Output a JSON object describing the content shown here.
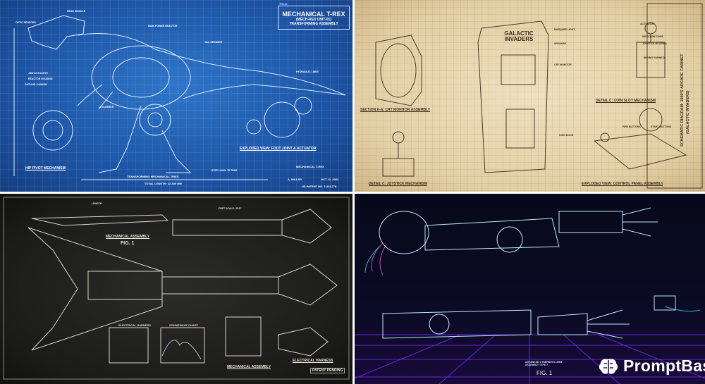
{
  "panels": {
    "trex": {
      "title_tag": "TITLE:",
      "title": "MECHANICAL T-REX",
      "subtitle": "(MECH-REX UNIT-01)",
      "subtitle2": "TRANSFORMING ASSEMBLY",
      "caption_left": "HIP PIVOT MECHANISM",
      "caption_right": "EXPLODED VIEW: FOOT JOINT & ACTUATOR",
      "caption_bottom": "TRANSFORMING MECHANICAL TIRES",
      "total_length": "TOTAL LENGTH: 22,300 MM",
      "footer_title": "MECHANICAL T-REX",
      "drawn_by": "A. MILLER",
      "date": "OCT 12, 2052",
      "patent": "US PATENT NO. 7,423,778",
      "labels": [
        "HEAD MODULE",
        "OPTIC SENSORS",
        "REACTOR HOUSING",
        "JAW ACTUATOR",
        "GATLING CANNON",
        "MAIN POWER REACTOR",
        "TAIL SEGMENT",
        "HYDRAULIC LINES",
        "LEG ARMOR",
        "STEP LOAD: 75 TONS"
      ]
    },
    "arcade": {
      "cabinet_title": "GALACTIC INVADERS",
      "caption_crt": "SECTION A-A: CRT MONITOR ASSEMBLY",
      "caption_joystick": "DETAIL C: JOYSTICK MECHANISM",
      "caption_coin": "DETAIL C: COIN SLOT MECHANISM",
      "caption_panel": "EXPLODED VIEW: CONTROL PANEL ASSEMBLY",
      "side_title": "SCHEMATIC DIAGRAM: 1980'S ARCADE CABINET",
      "side_subtitle": "(GALACTIC INVADERS)",
      "labels": [
        "ACTUATOR",
        "MICROSWITCHES",
        "JOYSTICK HOUSING",
        "WIRING HARNESS",
        "START BUTTONS",
        "FIRE BUTTONS",
        "COIN DOOR",
        "MARQUEE LIGHT",
        "SPEAKER",
        "CRT MONITOR"
      ]
    },
    "guitar": {
      "caption_top": "MECHANICAL ASSEMBLY",
      "fig": "FIG. 1",
      "fret_scale": "FRET SCALE: 25.5\"",
      "length": "LENGTH",
      "electrical": "ELECTRICAL HARNESS",
      "soundwave": "SOUNDWAVE CHART",
      "mechanical_bottom": "MECHANICAL ASSEMBLY",
      "electrical_bottom": "ELECTRICAL HARNESS",
      "patent": "PATENT PENDING"
    },
    "arm": {
      "subtitle": "ADVANCED CYBERNETIC ARM ASSEMBLY TYPE 7",
      "fig": "FIG. 1"
    }
  },
  "watermark": {
    "brand": "PromptBase"
  },
  "colors": {
    "blueprint": "#1d55a6",
    "parchment": "#e8d6b0",
    "chalkboard": "#1f1f1e",
    "neon_cyan": "#33d6ff",
    "neon_magenta": "#c43cff"
  }
}
